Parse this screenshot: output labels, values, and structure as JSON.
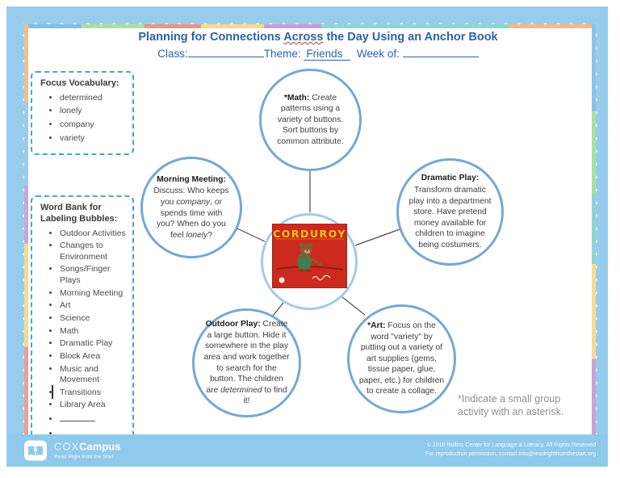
{
  "doc": {
    "title_pre": "Planning for Connections ",
    "title_squiggle_word": "Across",
    "title_post": " the Day Using an Anchor Book",
    "class_label": "Class:",
    "theme_label": "Theme:",
    "theme_value": "Friends",
    "week_label": "Week of:"
  },
  "focus_vocabulary": {
    "title": "Focus Vocabulary:",
    "words": [
      "determined",
      "lonely",
      "company",
      "variety"
    ]
  },
  "word_bank": {
    "title": "Word Bank for Labeling Bubbles:",
    "items": [
      "Outdoor Activities",
      "Changes to Environment",
      "Songs/Finger Plays",
      "Morning Meeting",
      "Art",
      "Science",
      "Math",
      "Dramatic Play",
      "Block Area",
      "Music and Movement",
      "Transitions",
      "Library Area"
    ]
  },
  "bubbles": {
    "math": {
      "label": "*Math:",
      "text": " Create patterns using a variety of buttons. Sort buttons by common attribute."
    },
    "dramatic_play": {
      "label": "Dramatic Play:",
      "text": "Transform dramatic play into a department store. Have pretend money available for children to imagine being costumers."
    },
    "morning_meeting": {
      "label": "Morning Meeting:",
      "pre": "Discuss: Who keeps you ",
      "italic1": "company",
      "mid": ", or spends time with you? When do you feel ",
      "italic2": "lonely",
      "post": "?"
    },
    "outdoor_play": {
      "label": "Outdoor Play:",
      "pre": " Create a large button. Hide it somewhere in the play area and work together to search for the button. The children are ",
      "italic": "determined",
      "post": " to find it!"
    },
    "art": {
      "label": "*Art:",
      "text": " Focus on the word \"variety\" by putting out a variety of art supplies (gems, tissue paper, glue, paper, etc.) for children to create a collage."
    }
  },
  "center_book": {
    "title": "CORDUROY"
  },
  "note": "*Indicate a small group activity with an asterisk.",
  "footer": {
    "brand_primary": "COX",
    "brand_secondary": "Campus",
    "tagline": "Read Right from the Start",
    "line1": "© 2018 Rollins Center for Language & Literacy, All Rights Reserved",
    "line2": "For reproduction permission, contact info@readrightfromthestart.org"
  },
  "colors": {
    "accent_blue": "#2d62ac",
    "bubble_border": "#78a7d3",
    "dashed_border": "#4e9fd4",
    "frame_blue": "#97cdec",
    "footer_bar": "#8fc9eb",
    "cover_red": "#cc2a1e",
    "cover_yellow": "#f2c417",
    "squiggle_red": "#c0392b"
  }
}
